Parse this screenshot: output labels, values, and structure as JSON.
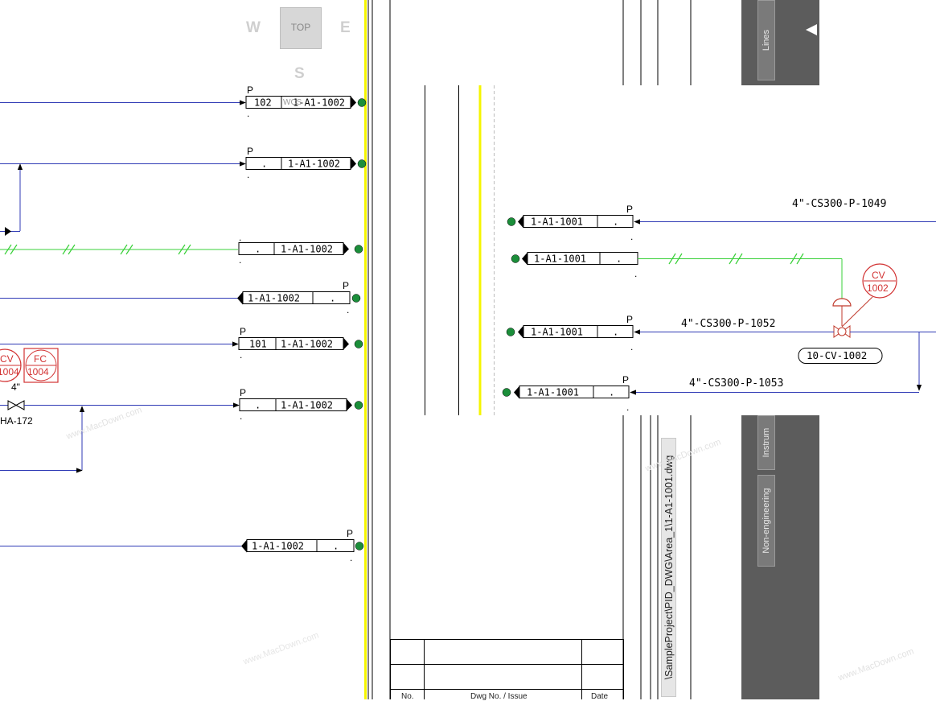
{
  "viewcube": {
    "top": "TOP",
    "west": "W",
    "east": "E",
    "south": "S",
    "wcs": "WCS"
  },
  "palette": {
    "tabs": [
      {
        "label": "Lines"
      },
      {
        "label": "Instrum"
      },
      {
        "label": "Non-engineering"
      }
    ]
  },
  "left_drawing": {
    "connectors": [
      {
        "id": "102",
        "ref": "1-A1-1002",
        "p": "P"
      },
      {
        "id": ".",
        "ref": "1-A1-1002",
        "p": "P"
      },
      {
        "id": ".",
        "ref": "1-A1-1002",
        "p": ""
      },
      {
        "id": ".",
        "ref": "1-A1-1002",
        "p": "P"
      },
      {
        "id": "101",
        "ref": "1-A1-1002",
        "p": "P"
      },
      {
        "id": ".",
        "ref": "1-A1-1002",
        "p": "P"
      },
      {
        "id": ".",
        "ref": "1-A1-1002",
        "p": "P"
      }
    ],
    "instruments": [
      {
        "line1": "CV",
        "line2": "1004"
      },
      {
        "line1": "FC",
        "line2": "1004"
      }
    ],
    "size_label": "4\"",
    "valve_tag": "HA-172"
  },
  "right_drawing": {
    "connectors": [
      {
        "ref": "1-A1-1001",
        "id": ".",
        "p": "P"
      },
      {
        "ref": "1-A1-1001",
        "id": ".",
        "p": ""
      },
      {
        "ref": "1-A1-1001",
        "id": ".",
        "p": "P"
      },
      {
        "ref": "1-A1-1001",
        "id": ".",
        "p": "P"
      }
    ],
    "line_labels": [
      "4\"-CS300-P-1049",
      "4\"-CS300-P-1052",
      "4\"-CS300-P-1053"
    ],
    "instrument": {
      "line1": "CV",
      "line2": "1002"
    },
    "valve_tag": "10-CV-1002"
  },
  "file_path": "\\SampleProject\\PID_DWG\\Area_1\\1-A1-1001.dwg",
  "title_block": {
    "col1": "No.",
    "col2": "Dwg No. / Issue",
    "col3": "Date"
  },
  "watermark": "www.MacDown.com"
}
